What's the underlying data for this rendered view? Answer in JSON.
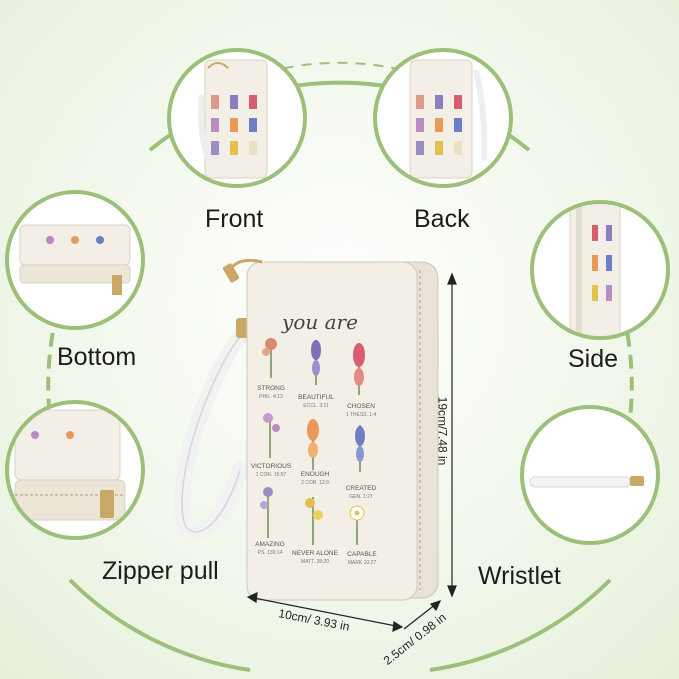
{
  "views": {
    "front": "Front",
    "back": "Back",
    "bottom": "Bottom",
    "side": "Side",
    "zipper_pull": "Zipper pull",
    "wristlet": "Wristlet"
  },
  "dimensions": {
    "height": "19cm/7.48 in",
    "width": "10cm/ 3.93 in",
    "depth": "2.5cm/ 0.98 in"
  },
  "wallet": {
    "title": "you are",
    "items": [
      {
        "word": "STRONG",
        "ref": "PHIL. 4:13"
      },
      {
        "word": "BEAUTIFUL",
        "ref": "ECCL. 3:11"
      },
      {
        "word": "CHOSEN",
        "ref": "1 THESS. 1:4"
      },
      {
        "word": "VICTORIOUS",
        "ref": "1 COR. 15:57"
      },
      {
        "word": "ENOUGH",
        "ref": "2 COR. 12:9"
      },
      {
        "word": "CREATED",
        "ref": "GEN. 1:27"
      },
      {
        "word": "AMAZING",
        "ref": "PS. 139:14"
      },
      {
        "word": "NEVER ALONE",
        "ref": "MATT. 28:20"
      },
      {
        "word": "CAPABLE",
        "ref": "MARK 10:27"
      }
    ]
  },
  "colors": {
    "accent_green": "#8fb56a",
    "wallet_cream": "#f3efe6",
    "zipper_gold": "#c9a766"
  }
}
